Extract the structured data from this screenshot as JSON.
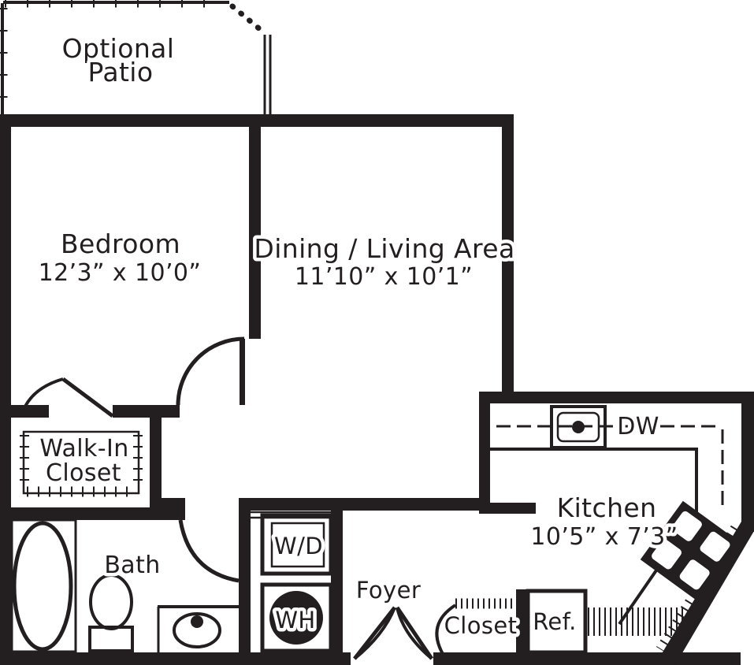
{
  "colors": {
    "ink": "#231f20",
    "background": "#ffffff"
  },
  "rooms": {
    "patio": {
      "line1": "Optional",
      "line2": "Patio"
    },
    "bedroom": {
      "name": "Bedroom",
      "dimensions": "12’3” x 10’0”"
    },
    "dining_living": {
      "name": "Dining / Living Area",
      "dimensions": "11’10” x 10’1”"
    },
    "walk_in_closet": {
      "line1": "Walk-In",
      "line2": "Closet"
    },
    "bath": {
      "name": "Bath"
    },
    "kitchen": {
      "name": "Kitchen",
      "dimensions": "10’5” x 7’3”"
    },
    "foyer": {
      "name": "Foyer"
    },
    "entry_closet": {
      "name": "Closet"
    }
  },
  "appliances": {
    "washer_dryer": "W/D",
    "water_heater": "WH",
    "dishwasher": "DW",
    "refrigerator": "Ref."
  }
}
